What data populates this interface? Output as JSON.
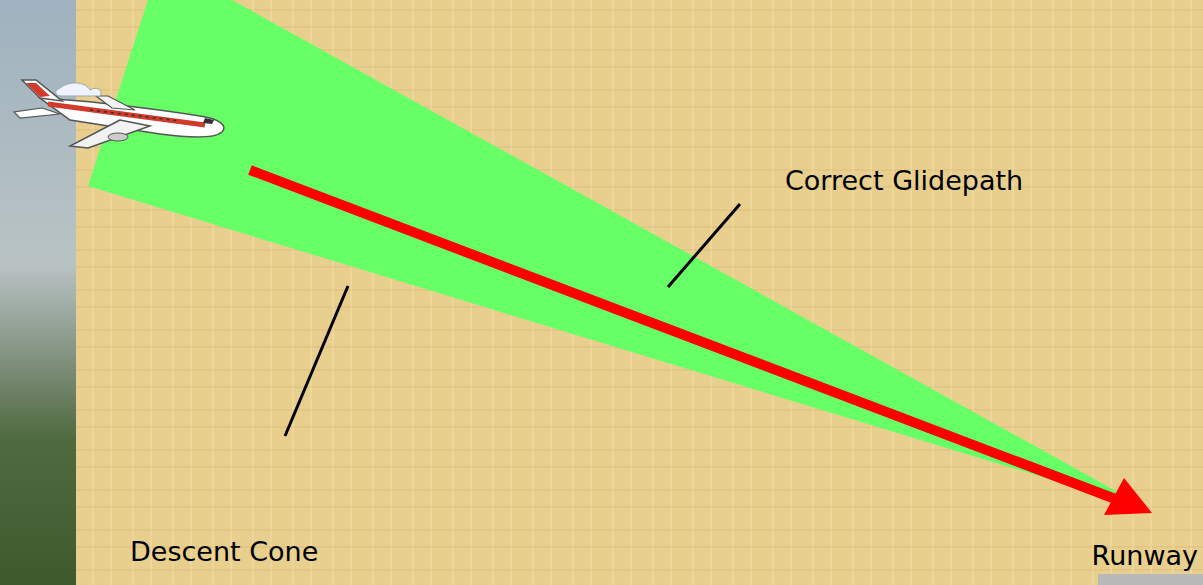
{
  "diagram": {
    "labels": [
      "Correct Glidepath",
      "Descent Cone",
      "Runway"
    ]
  }
}
